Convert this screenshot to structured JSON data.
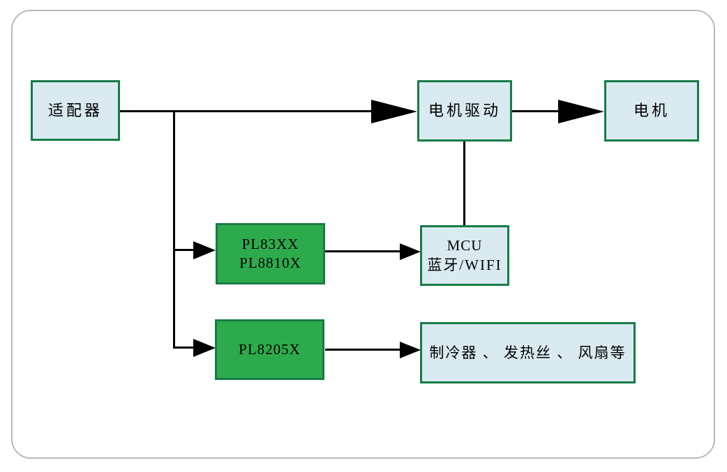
{
  "diagram": {
    "type": "block-diagram",
    "nodes": {
      "adapter": {
        "label": "适配器"
      },
      "motor_drive": {
        "label": "电机驱动"
      },
      "motor": {
        "label": "电机"
      },
      "pl83xx": {
        "line1": "PL83XX",
        "line2": "PL8810X"
      },
      "mcu": {
        "line1": "MCU",
        "line2": "蓝牙/WIFI"
      },
      "pl8205x": {
        "label": "PL8205X"
      },
      "loads": {
        "label": "制冷器 、 发热丝 、 风扇等"
      }
    },
    "edges": [
      {
        "from": "适配器",
        "to": "电机驱动",
        "arrow": true
      },
      {
        "from": "电机驱动",
        "to": "电机",
        "arrow": true
      },
      {
        "from": "适配器",
        "to": "PL83XX PL8810X",
        "arrow": true
      },
      {
        "from": "适配器",
        "to": "PL8205X",
        "arrow": true
      },
      {
        "from": "PL83XX PL8810X",
        "to": "MCU 蓝牙/WIFI",
        "arrow": true
      },
      {
        "from": "PL8205X",
        "to": "制冷器 、 发热丝 、 风扇等",
        "arrow": true
      },
      {
        "from": "电机驱动",
        "to": "MCU 蓝牙/WIFI",
        "arrow": false
      }
    ],
    "colors": {
      "node_fill_light": "#d9eaf1",
      "node_fill_green": "#2dab4c",
      "node_border": "#177c45",
      "connector": "#000000",
      "frame_border": "#b9b9b9",
      "background": "#ffffff",
      "text": "#000000"
    }
  }
}
